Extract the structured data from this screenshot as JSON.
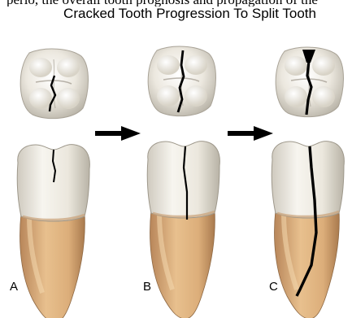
{
  "top_cut_text": "perio, the overall tooth prognosis and propagation of the",
  "title": "Cracked Tooth Progression To Split Tooth",
  "stages": [
    {
      "label": "A"
    },
    {
      "label": "B"
    },
    {
      "label": "C"
    }
  ]
}
